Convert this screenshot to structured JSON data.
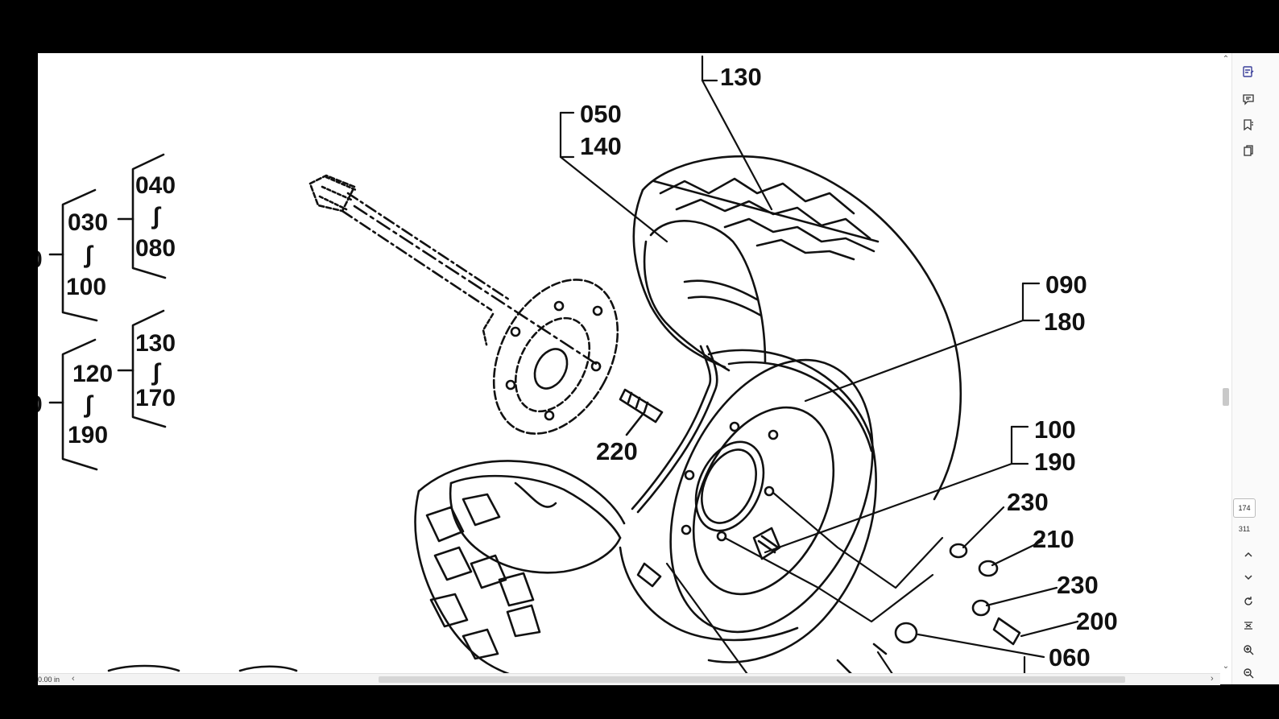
{
  "labels": {
    "l130_top": "130",
    "l050": "050",
    "l140": "140",
    "l090": "090",
    "l180": "180",
    "l100": "100",
    "l190": "190",
    "l220": "220",
    "l230a": "230",
    "l210": "210",
    "l230b": "230",
    "l200": "200",
    "l060": "060"
  },
  "left_tree": {
    "a040": "040",
    "a080": "080",
    "a030": "030",
    "a100": "100",
    "b130": "130",
    "b170": "170",
    "b120": "120",
    "b190": "190",
    "tilde": "∫",
    "cut0": "0"
  },
  "status": {
    "coord": "0.00 in"
  },
  "pager": {
    "current": "174",
    "total": "311"
  },
  "icons": {
    "up": "⌃",
    "down": "⌄",
    "left": "‹",
    "right": "›"
  }
}
